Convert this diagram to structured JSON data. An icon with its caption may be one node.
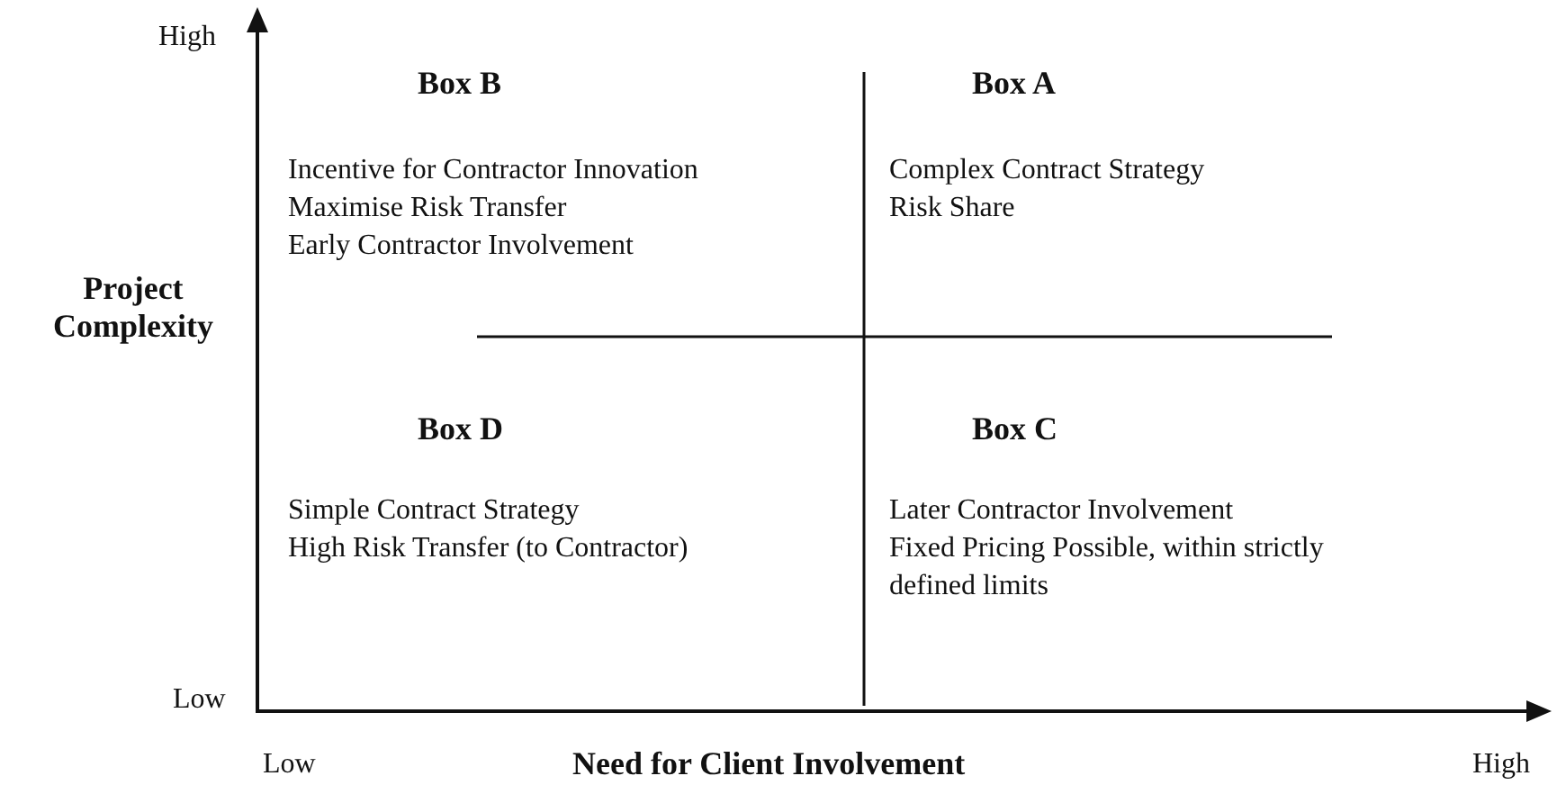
{
  "diagram": {
    "labels": [
      "High",
      "Box B",
      "Box A",
      "Incentive for Contractor Innovation",
      "Maximise Risk Transfer",
      "Early Contractor Involvement",
      "Complex Contract Strategy",
      "Risk Share",
      "Project Complexity",
      "Box D",
      "Box C",
      "Simple Contract Strategy",
      "High Risk Transfer (to Contractor)",
      "Later Contractor Involvement",
      "Fixed Pricing Possible, within strictly defined limits",
      "Low",
      "Low",
      "Need for Client Involvement",
      "High"
    ]
  }
}
